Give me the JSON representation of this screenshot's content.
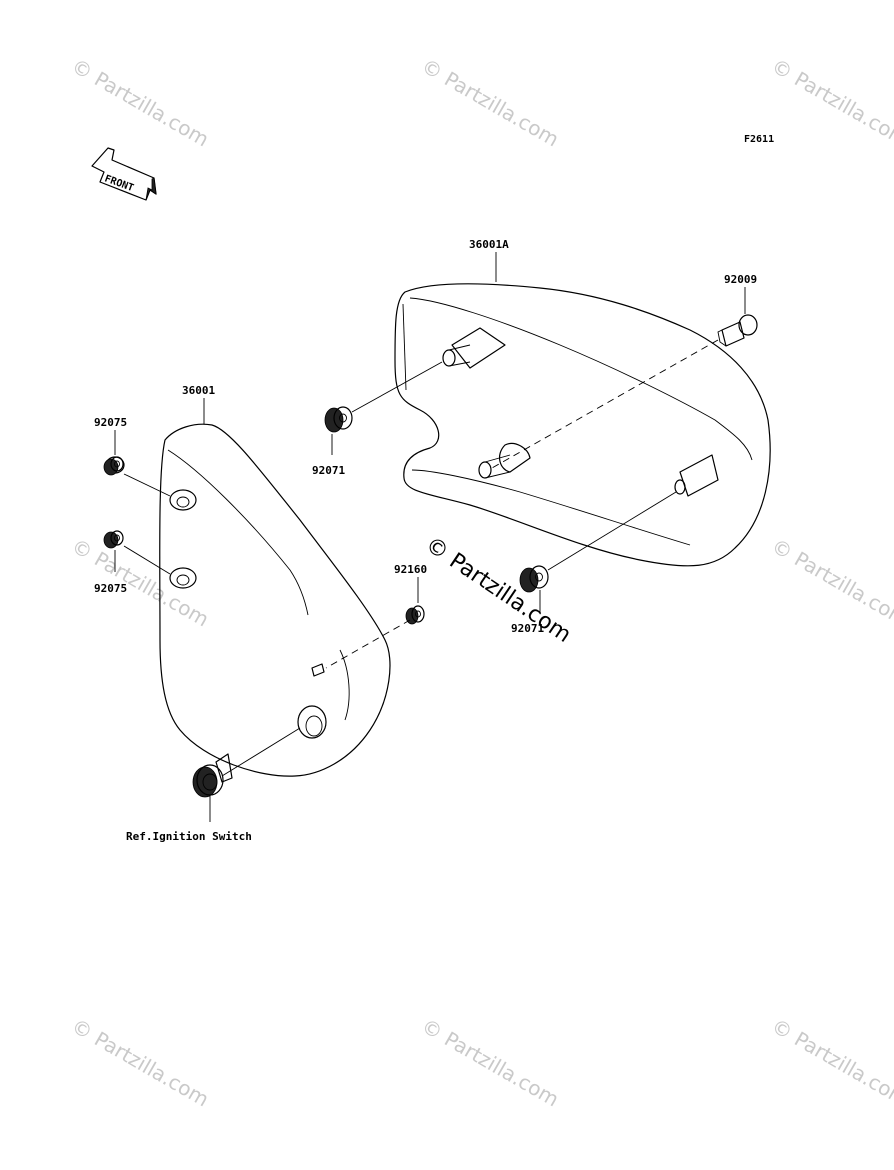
{
  "figure_code": "F2611",
  "front_arrow_label": "FRONT",
  "callouts": {
    "part_36001A": "36001A",
    "part_92009": "92009",
    "part_36001": "36001",
    "part_92075_top": "92075",
    "part_92075_bottom": "92075",
    "part_92071_left": "92071",
    "part_92071_right": "92071",
    "part_92160": "92160",
    "ref_ignition": "Ref.Ignition Switch"
  },
  "watermark": {
    "text": "© Partzilla.com",
    "center_text": "© Partzilla.com"
  },
  "colors": {
    "line": "#000000",
    "watermark": "#c9c9c9",
    "background": "#ffffff"
  }
}
